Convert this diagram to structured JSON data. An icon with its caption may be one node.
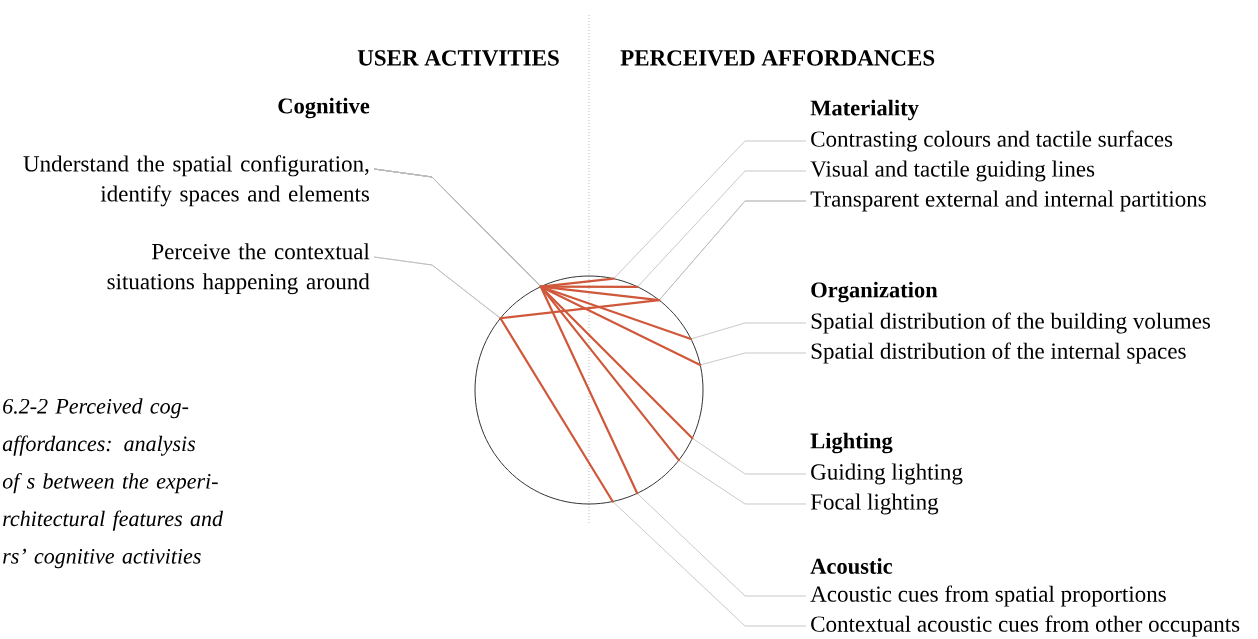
{
  "diagram": {
    "caption": "6.2-2 Perceived cog- affordances: analysis of s between the experi- rchitectural features and rs’ cognitive activities",
    "nodes": [
      {
        "text": [
          "Understand the spatial configuration, identify spaces and elements"
        ]
      },
      {
        "text": [
          "Perceive the contextual situations happening around"
        ]
      },
      {
        "text": [
          "Contrasting colours and tactile surfaces"
        ]
      },
      {
        "text": [
          "Visual and tactile guiding lines"
        ]
      },
      {
        "text": [
          "Transparent external and internal partitions"
        ]
      },
      {
        "text": [
          "Spatial distribution of the building volumes"
        ]
      },
      {
        "text": [
          "Spatial distribution of the internal spaces"
        ]
      },
      {
        "text": [
          "Guiding lighting"
        ]
      },
      {
        "text": [
          "Focal lighting"
        ]
      },
      {
        "text": [
          "Acoustic cues from spatial proportions"
        ]
      },
      {
        "text": [
          "Contextual acoustic cues from other occupants"
        ]
      }
    ],
    "edges": [
      {
        "from": 0,
        "to": 2,
        "arrow": "none"
      },
      {
        "from": 0,
        "to": 3,
        "arrow": "none"
      },
      {
        "from": 0,
        "to": 4,
        "arrow": "none"
      },
      {
        "from": 0,
        "to": 5,
        "arrow": "none"
      },
      {
        "from": 0,
        "to": 6,
        "arrow": "none"
      },
      {
        "from": 0,
        "to": 7,
        "arrow": "none"
      },
      {
        "from": 0,
        "to": 8,
        "arrow": "none"
      },
      {
        "from": 0,
        "to": 9,
        "arrow": "none"
      },
      {
        "from": 1,
        "to": 4,
        "arrow": "none"
      },
      {
        "from": 1,
        "to": 10,
        "arrow": "none"
      }
    ],
    "labels": [
      "USER ACTIVITIES",
      "PERCEIVED AFFORDANCES",
      "Cognitive",
      "Materiality",
      "Organization",
      "Lighting",
      "Acoustic"
    ]
  }
}
